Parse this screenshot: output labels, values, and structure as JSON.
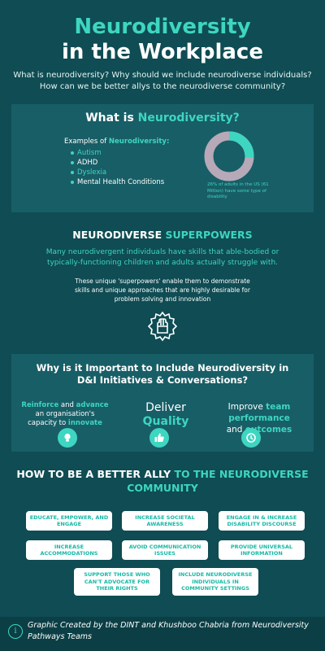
{
  "header": {
    "title_line1": "Neurodiversity",
    "title_line2": "in the Workplace",
    "subtitle": "What is neurodiversity? Why should we include neurodiverse individuals? How can we be better allys to the neurodiverse community?"
  },
  "what_is": {
    "heading_part1": "What is ",
    "heading_part2": "Neurodiversity?",
    "examples_label_part1": "Examples of ",
    "examples_label_part2": "Neurodiversity:",
    "examples": [
      "Autism",
      "ADHD",
      "Dyslexia",
      "Mental Health Conditions"
    ],
    "example_colors": [
      "teal",
      "white",
      "teal",
      "white"
    ],
    "stat_caption": "26% of adults in the US (61 Million) have some type of disability",
    "stat_percent": 26,
    "colors": {
      "stat_fill": "#3ed6c0",
      "stat_rest": "#b7a9b8"
    }
  },
  "superpowers": {
    "heading_part1": "NEURODIVERSE ",
    "heading_part2": "SUPERPOWERS",
    "para1": "Many neurodivergent individuals have skills that able-bodied or typically-functioning children and adults actually struggle with.",
    "para2": "These unique 'superpowers' enable them to demonstrate skills and unique approaches that are highly desirable for problem solving and innovation",
    "icon": "raised-fist-gear-icon"
  },
  "importance": {
    "heading": "Why is it Important to Include Neurodiversity in D&I Initiatives & Conversations?",
    "col1": {
      "w1": "Reinforce",
      "w2": " and ",
      "w3": "advance",
      "w4": " an organisation's capacity to ",
      "w5": "innovate",
      "icon": "lightbulb-icon"
    },
    "col2": {
      "w1": "Deliver",
      "w2": "Quality",
      "icon": "thumbs-up-icon"
    },
    "col3": {
      "w1": "Improve ",
      "w2": "team performance",
      "w3": " and ",
      "w4": "outcomes",
      "icon": "clock-icon"
    }
  },
  "ally": {
    "heading_part1": "HOW TO BE A BETTER ALLY ",
    "heading_part2": "TO THE NEURODIVERSE COMMUNITY",
    "items": [
      "EDUCATE, EMPOWER, AND ENGAGE",
      "INCREASE SOCIETAL AWARENESS",
      "ENGAGE IN & INCREASE DISABILITY DISCOURSE",
      "INCREASE ACCOMMODATIONS",
      "AVOID COMMUNICATION ISSUES",
      "PROVIDE UNIVERSAL INFORMATION",
      "SUPPORT THOSE WHO CAN'T ADVOCATE FOR THEIR RIGHTS",
      "INCLUDE NEURODIVERSE INDIVIDUALS IN COMMUNITY SETTINGS"
    ]
  },
  "footer": {
    "icon": "info-icon",
    "info_glyph": "i",
    "credit": "Graphic Created  by the DINT and Khushboo Chabria from Neurodiversity Pathways Teams"
  }
}
